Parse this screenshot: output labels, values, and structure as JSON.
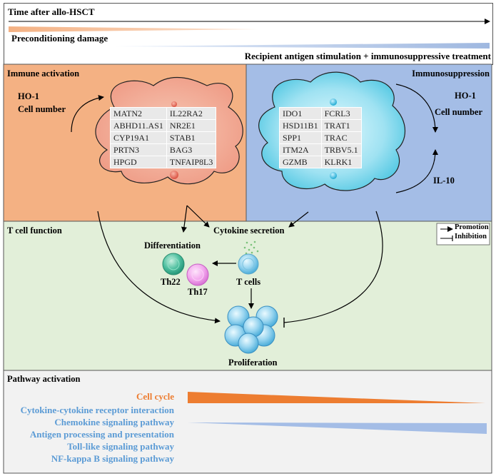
{
  "timeline": {
    "title": "Time after allo-HSCT",
    "damage": "Preconditioning damage",
    "stimulation": "Recipient antigen stimulation + immunosuppressive treatment"
  },
  "activation": {
    "title": "Immune activation",
    "ho1": "HO-1",
    "cell_number": "Cell number",
    "genes": [
      [
        "MATN2",
        "IL22RA2"
      ],
      [
        "ABHD11.AS1",
        "NR2E1"
      ],
      [
        "CYP19A1",
        "STAB1"
      ],
      [
        "PRTN3",
        "BAG3"
      ],
      [
        "HPGD",
        "TNFAIP8L3"
      ]
    ]
  },
  "suppression": {
    "title": "Immunosuppression",
    "ho1": "HO-1",
    "cell_number": "Cell number",
    "il10": "IL-10",
    "genes": [
      [
        "IDO1",
        "FCRL3"
      ],
      [
        "HSD11B1",
        "TRAT1"
      ],
      [
        "SPP1",
        "TRAC"
      ],
      [
        "ITM2A",
        "TRBV5.1"
      ],
      [
        "GZMB",
        "KLRK1"
      ]
    ]
  },
  "tcell": {
    "title": "T cell function",
    "cytokine": "Cytokine secretion",
    "differentiation": "Differentiation",
    "th22": "Th22",
    "th17": "Th17",
    "tcells": "T cells",
    "proliferation": "Proliferation",
    "legend_promotion": "Promotion",
    "legend_inhibition": "Inhibition"
  },
  "pathway": {
    "title": "Pathway activation",
    "cell_cycle": "Cell cycle",
    "items": [
      "Cytokine-cytokine receptor interaction",
      "Chemokine signaling pathway",
      "Antigen processing and presentation",
      "Toll-like signaling pathway",
      "NF-kappa B signaling pathway"
    ]
  },
  "colors": {
    "orange": "#f4b183",
    "orange_dark": "#ed7d31",
    "blue": "#a4bde6",
    "blue_text": "#5b9bd5",
    "green": "#e2efd9",
    "cyan_cell": "#5ec8e0"
  }
}
